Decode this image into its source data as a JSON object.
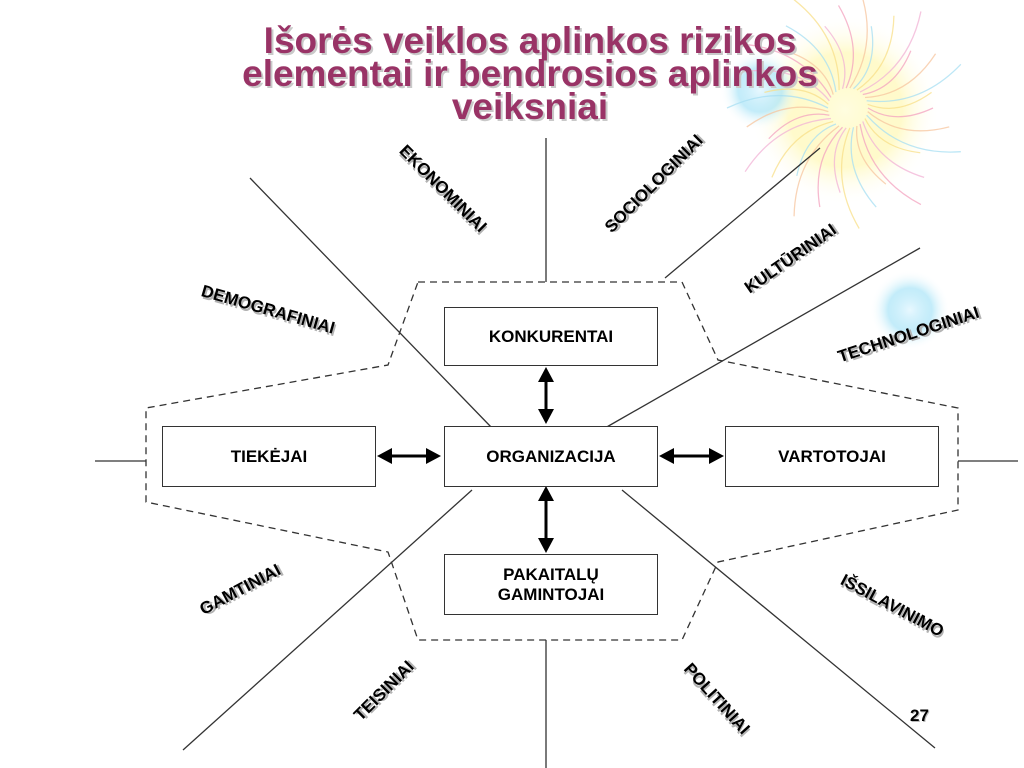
{
  "title": "Išorės  veiklos aplinkos rizikos\nelementai ir bendrosios aplinkos\nveiksniai",
  "boxes": {
    "competitors": "KONKURENTAI",
    "suppliers": "TIEKĖJAI",
    "organization": "ORGANIZACIJA",
    "consumers": "VARTOTOJAI",
    "substitutes": "PAKAITALŲ\nGAMINTOJAI"
  },
  "factors": {
    "economic": "EKONOMINIAI",
    "social": "SOCIOLOGINIAI",
    "cultural": "KULTŪRINIAI",
    "technological": "TECHNOLOGINIAI",
    "demographic": "DEMOGRAFINIAI",
    "natural": "GAMTINIAI",
    "legal": "TEISINIAI",
    "political": "POLITINIAI",
    "educational": "IŠSILAVINIMO"
  },
  "page_number": "27",
  "colors": {
    "title": "#993366",
    "lines": "#333333"
  }
}
